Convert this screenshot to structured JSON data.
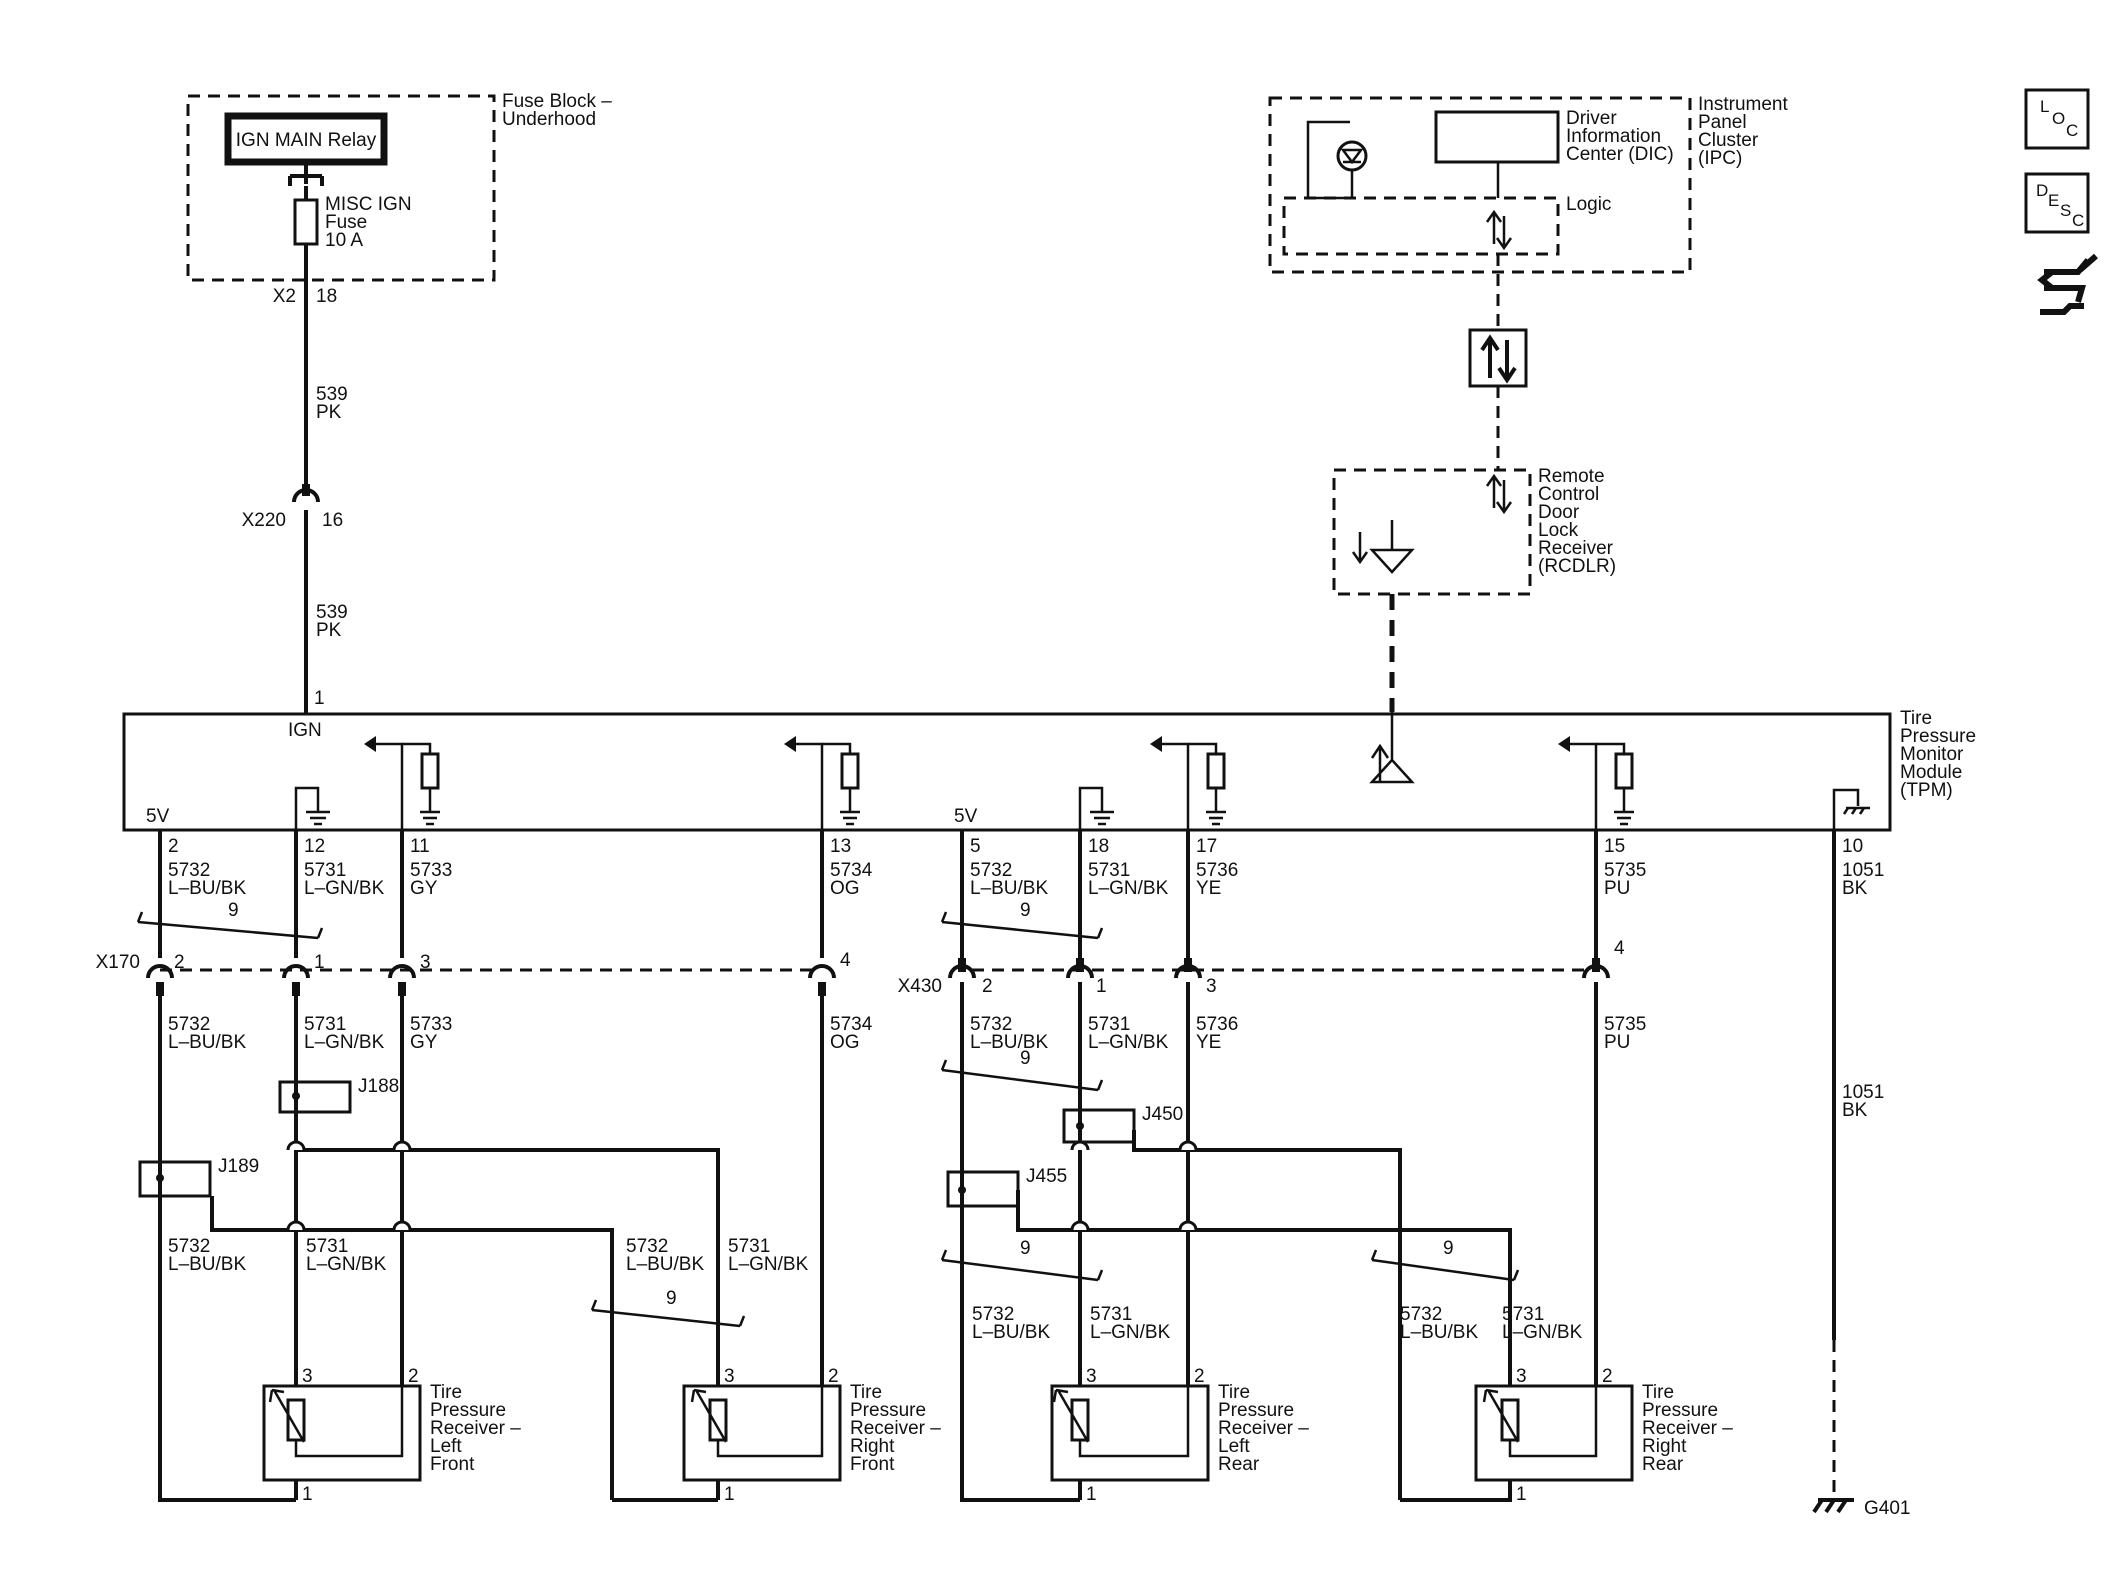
{
  "fuse_block": {
    "title": [
      "Fuse Block –",
      "Underhood"
    ],
    "relay": "IGN MAIN Relay",
    "fuse": [
      "MISC IGN",
      "Fuse",
      "10 A"
    ],
    "connector": "X2",
    "pin": "18"
  },
  "ign_feed": {
    "wire_upper": [
      "539",
      "PK"
    ],
    "inline_connector": "X220",
    "inline_pin": "16",
    "wire_lower": [
      "539",
      "PK"
    ],
    "tpm_pin": "1"
  },
  "ipc": {
    "title": [
      "Instrument",
      "Panel",
      "Cluster",
      "(IPC)"
    ],
    "dic": [
      "Driver",
      "Information",
      "Center (DIC)"
    ],
    "logic": "Logic"
  },
  "rcdlr": {
    "title": [
      "Remote",
      "Control",
      "Door",
      "Lock",
      "Receiver",
      "(RCDLR)"
    ]
  },
  "tpm": {
    "title": [
      "Tire",
      "Pressure",
      "Monitor",
      "Module",
      "(TPM)"
    ],
    "ign_label": "IGN",
    "five_v_left": "5V",
    "five_v_right": "5V"
  },
  "tpm_pins": [
    {
      "pin": "2",
      "circuit": "5732",
      "color": "L–BU/BK"
    },
    {
      "pin": "12",
      "circuit": "5731",
      "color": "L–GN/BK"
    },
    {
      "pin": "11",
      "circuit": "5733",
      "color": "GY"
    },
    {
      "pin": "13",
      "circuit": "5734",
      "color": "OG"
    },
    {
      "pin": "5",
      "circuit": "5732",
      "color": "L–BU/BK"
    },
    {
      "pin": "18",
      "circuit": "5731",
      "color": "L–GN/BK"
    },
    {
      "pin": "17",
      "circuit": "5736",
      "color": "YE"
    },
    {
      "pin": "15",
      "circuit": "5735",
      "color": "PU"
    },
    {
      "pin": "10",
      "circuit": "1051",
      "color": "BK"
    }
  ],
  "twist_label": "9",
  "x170": {
    "name": "X170",
    "pins": [
      "2",
      "1",
      "3",
      "4"
    ]
  },
  "x430": {
    "name": "X430",
    "pins": [
      "2",
      "1",
      "3",
      "4"
    ]
  },
  "below_x170": [
    {
      "circuit": "5732",
      "color": "L–BU/BK"
    },
    {
      "circuit": "5731",
      "color": "L–GN/BK"
    },
    {
      "circuit": "5733",
      "color": "GY"
    },
    {
      "circuit": "5734",
      "color": "OG"
    }
  ],
  "below_x430": [
    {
      "circuit": "5732",
      "color": "L–BU/BK"
    },
    {
      "circuit": "5731",
      "color": "L–GN/BK"
    },
    {
      "circuit": "5736",
      "color": "YE"
    },
    {
      "circuit": "5735",
      "color": "PU"
    }
  ],
  "splices": [
    "J188",
    "J189",
    "J450",
    "J455"
  ],
  "branch_labels": {
    "circuit_a": "5732",
    "color_a": "L–BU/BK",
    "circuit_b": "5731",
    "color_b": "L–GN/BK"
  },
  "sensors": [
    {
      "title": [
        "Tire",
        "Pressure",
        "Receiver –",
        "Left",
        "Front"
      ],
      "pin3": "3",
      "pin2": "2",
      "pin1": "1"
    },
    {
      "title": [
        "Tire",
        "Pressure",
        "Receiver –",
        "Right",
        "Front"
      ],
      "pin3": "3",
      "pin2": "2",
      "pin1": "1"
    },
    {
      "title": [
        "Tire",
        "Pressure",
        "Receiver –",
        "Left",
        "Rear"
      ],
      "pin3": "3",
      "pin2": "2",
      "pin1": "1"
    },
    {
      "title": [
        "Tire",
        "Pressure",
        "Receiver –",
        "Right",
        "Rear"
      ],
      "pin3": "3",
      "pin2": "2",
      "pin1": "1"
    }
  ],
  "ground": "G401",
  "side_icons": [
    {
      "name": "loc-icon",
      "letters": [
        "L",
        "O",
        "C"
      ]
    },
    {
      "name": "desc-icon",
      "letters": [
        "D",
        "E",
        "S",
        "C"
      ]
    },
    {
      "name": "connector-tool-icon",
      "letters": []
    }
  ]
}
